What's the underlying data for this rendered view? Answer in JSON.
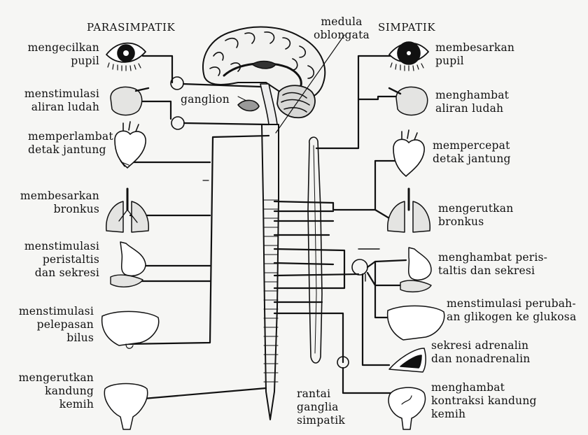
{
  "headings": {
    "parasympathetic": "PARASIMPATIK",
    "sympathetic": "SIMPATIK"
  },
  "center_labels": {
    "medulla": "medula\noblongata",
    "ganglion": "ganglion",
    "chain": "rantai\nganglia\nsimpatik"
  },
  "parasympathetic_effects": [
    "mengecilkan\npupil",
    "menstimulasi\naliran ludah",
    "memperlambat\ndetak jantung",
    "membesarkan\nbronkus",
    "menstimulasi\nperistaltis\ndan sekresi",
    "menstimulasi\npelepasan\nbilus",
    "mengerutkan\nkandung\nkemih"
  ],
  "sympathetic_effects": [
    "membesarkan\npupil",
    "menghambat\naliran ludah",
    "mempercepat\ndetak jantung",
    "mengerutkan\nbronkus",
    "menghambat peris-\ntaltis dan sekresi",
    "menstimulasi perubah-\nan glikogen ke glukosa",
    "sekresi adrenalin\ndan nonadrenalin",
    "menghambat\nkontraksi kandung\nkemih"
  ],
  "colors": {
    "ink": "#111111",
    "paper": "#f6f6f4",
    "organ_fill": "#e4e4e2"
  }
}
